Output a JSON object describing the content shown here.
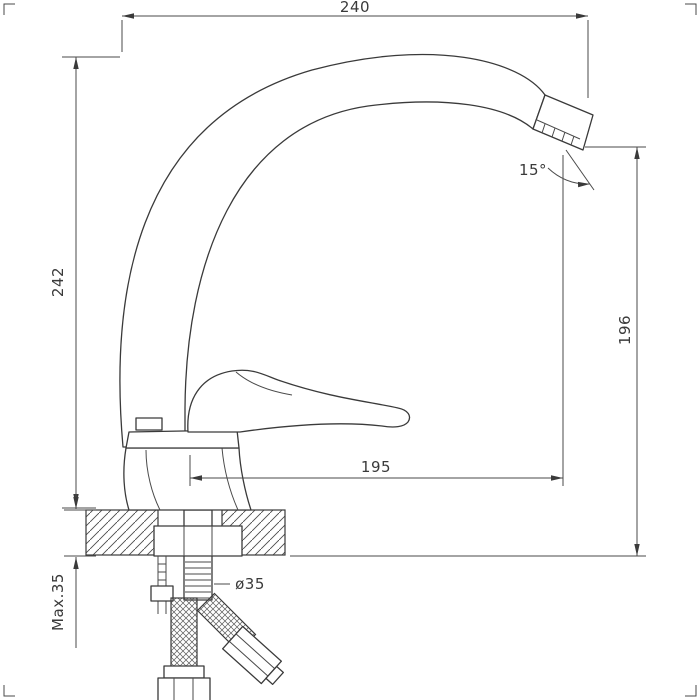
{
  "dimensions": {
    "top_width": "240",
    "left_height": "242",
    "right_height": "196",
    "spout_reach": "195",
    "spout_angle": "15°",
    "hole_diameter": "ø35",
    "max_thickness": "Max.35"
  },
  "colors": {
    "line": "#3a3a3a",
    "background": "#ffffff"
  }
}
